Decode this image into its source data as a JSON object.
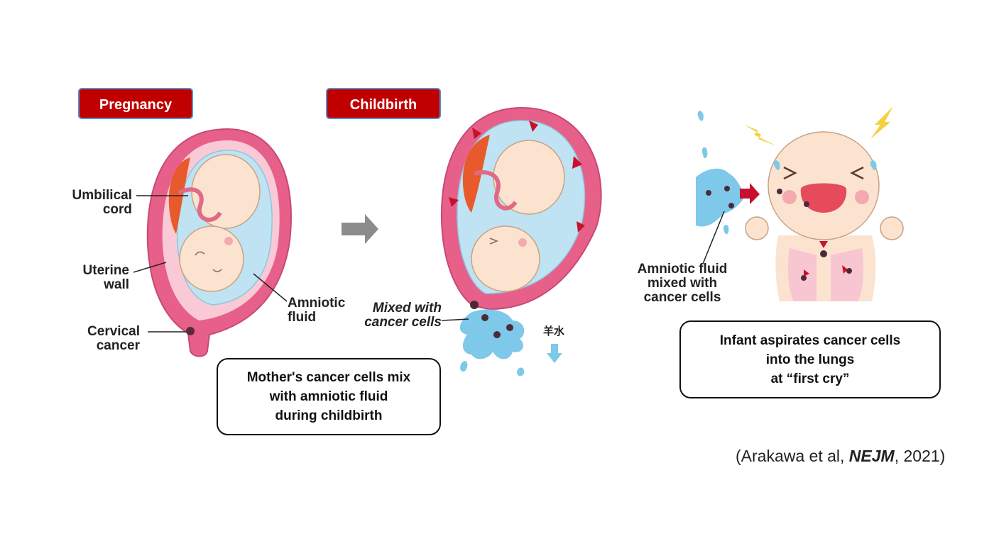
{
  "labels": {
    "pregnancy": "Pregnancy",
    "childbirth": "Childbirth",
    "umbilical_1": "Umbilical",
    "umbilical_2": "cord",
    "uterine_1": "Uterine",
    "uterine_2": "wall",
    "cervical_1": "Cervical",
    "cervical_2": "cancer",
    "amniotic_1": "Amniotic",
    "amniotic_2": "fluid",
    "mixed_1": "Mixed with",
    "mixed_2": "cancer cells",
    "japanese": "羊水",
    "afluid_1": "Amniotic fluid",
    "afluid_2": "mixed with",
    "afluid_3": "cancer cells"
  },
  "boxes": {
    "mother_1": "Mother's cancer cells mix",
    "mother_2": "with amniotic fluid",
    "mother_3": "during childbirth",
    "infant_1": "Infant aspirates cancer cells",
    "infant_2": "into the lungs",
    "infant_3": "at  “first cry”"
  },
  "citation": {
    "prefix": "(Arakawa et al, ",
    "journal": "NEJM",
    "suffix": ", 2021)"
  },
  "colors": {
    "tag_red": "#c00000",
    "uterus_pink": "#e7608a",
    "fluid_blue": "#bfe3f2",
    "skin": "#fbe3cf",
    "arrow_gray": "#8c8c8c",
    "arrow_red": "#c8102e"
  }
}
